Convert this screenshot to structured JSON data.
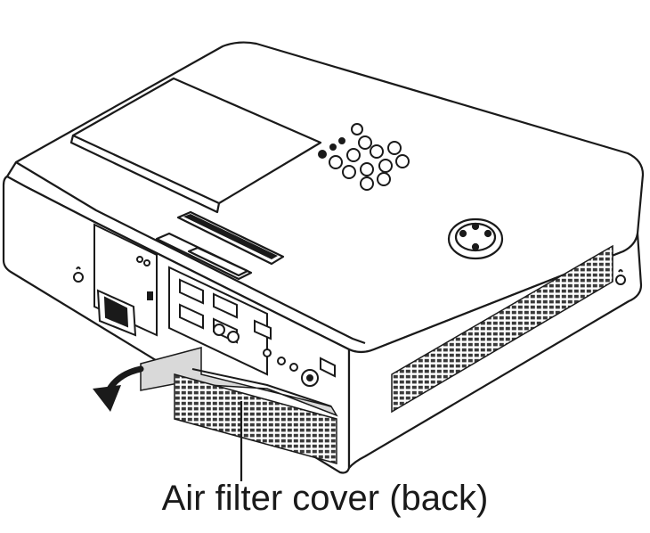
{
  "caption": {
    "text": "Air filter cover (back)"
  },
  "colors": {
    "outline": "#1a1a1a",
    "body_fill": "#ffffff",
    "filter_cover_fill": "#d9d9d9",
    "vent_fill": "#3a3a3a"
  },
  "icons": [
    "projector-illustration",
    "removal-arrow-icon",
    "kensington-lock-icon",
    "power-socket-icon",
    "control-panel-buttons",
    "lens-focus-ring"
  ]
}
